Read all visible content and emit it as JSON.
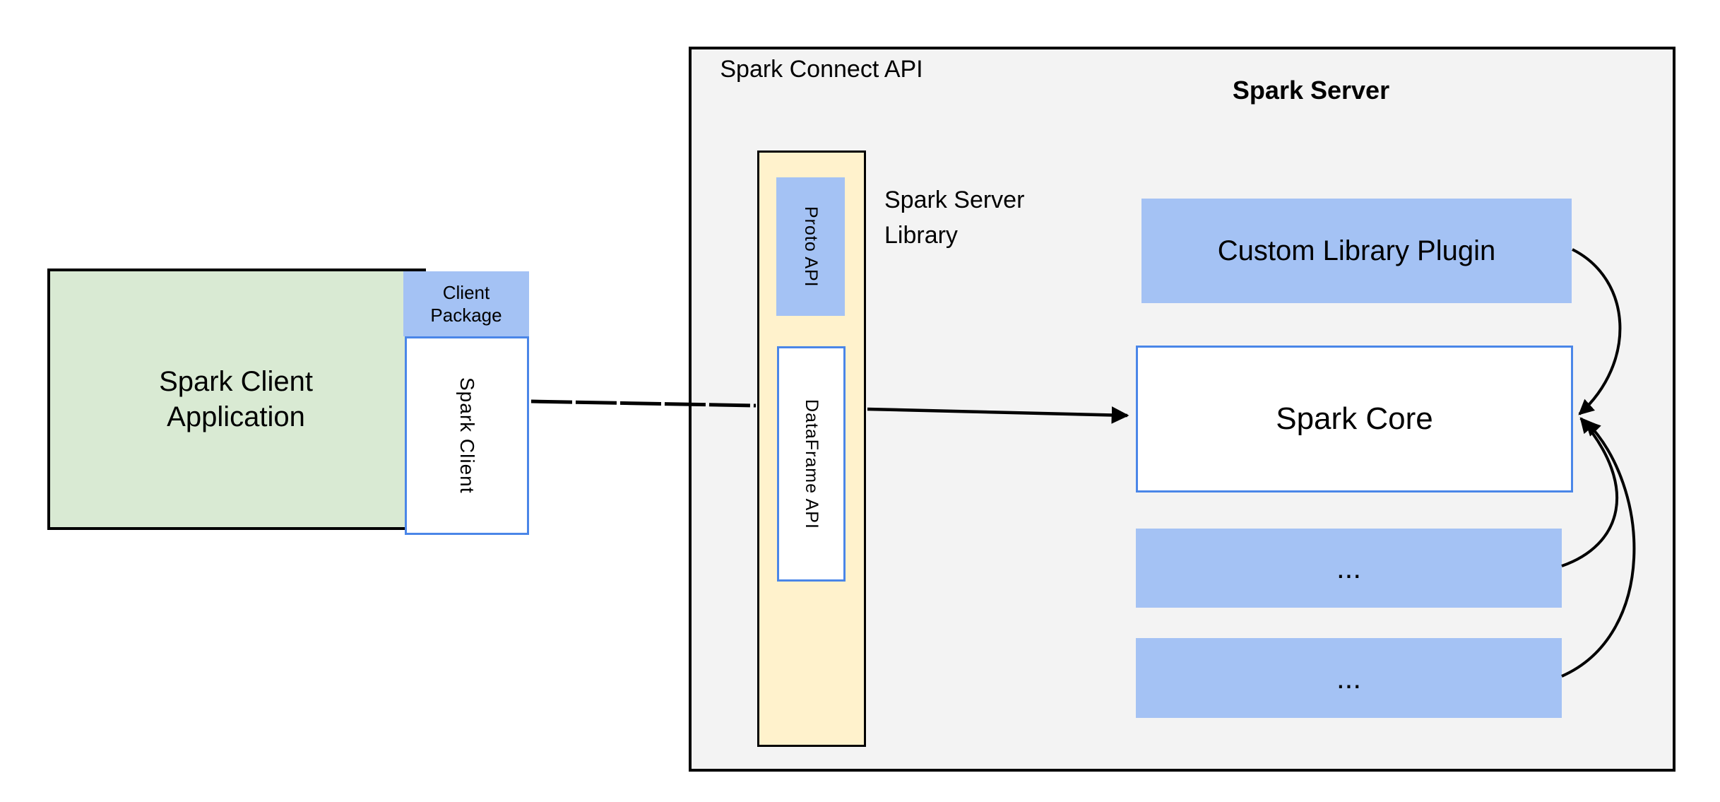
{
  "colors": {
    "green_fill": "#d9ead3",
    "blue_fill": "#a4c2f4",
    "yellow_fill": "#fff2cc",
    "gray_fill": "#f3f3f3",
    "blue_border": "#4a86e8",
    "line_color": "#000000",
    "background": "#ffffff"
  },
  "client": {
    "app_label": "Spark Client Application",
    "package_label": "Client Package",
    "spark_client_label": "Spark Client"
  },
  "connect": {
    "title": "Spark Connect API",
    "proto_api_label": "Proto API",
    "dataframe_api_label": "DataFrame API",
    "library_label": "Spark Server Library"
  },
  "server": {
    "title": "Spark Server",
    "plugin_label": "Custom Library Plugin",
    "core_label": "Spark Core",
    "module_rows": [
      {
        "label": "..."
      },
      {
        "label": "..."
      }
    ]
  }
}
